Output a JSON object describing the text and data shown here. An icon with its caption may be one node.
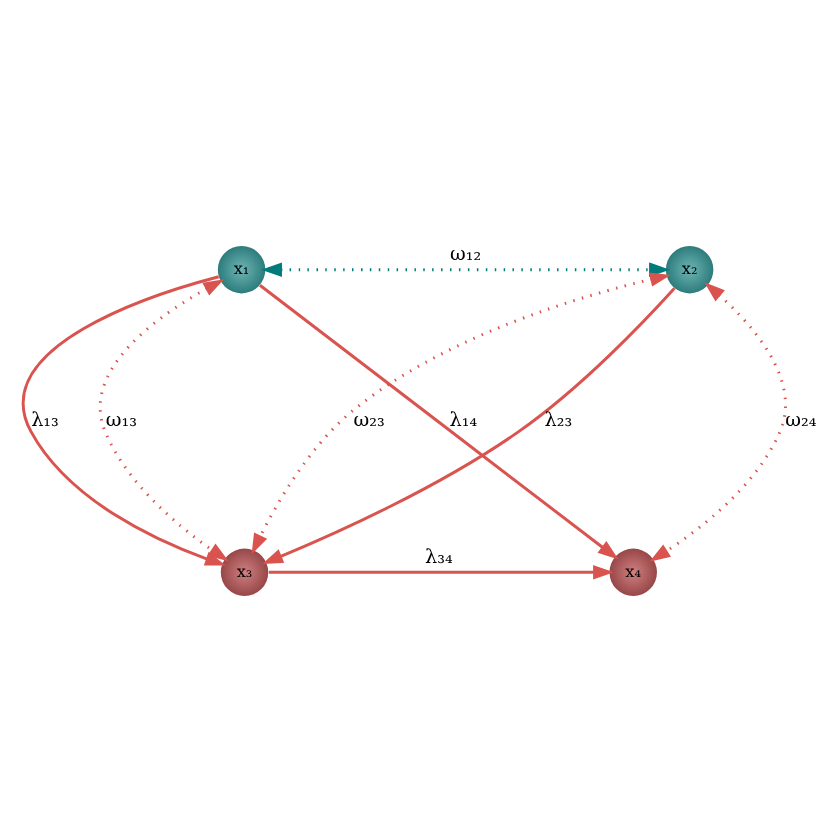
{
  "diagram": {
    "nodes": [
      {
        "text": [
          "x₁"
        ]
      },
      {
        "text": [
          "x₂"
        ]
      },
      {
        "text": [
          "x₃"
        ]
      },
      {
        "text": [
          "x₄"
        ]
      }
    ],
    "edges": [
      {
        "from": 0,
        "to": 1,
        "arrow": "both",
        "label": "ω₁₂",
        "style": "dashed",
        "color": "#007b7b"
      },
      {
        "from": 0,
        "to": 2,
        "arrow": "both",
        "label": "ω₁₃",
        "style": "dashed"
      },
      {
        "from": 0,
        "to": 2,
        "arrow": "to",
        "label": "λ₁₃"
      },
      {
        "from": 0,
        "to": 3,
        "arrow": "to",
        "label": "λ₁₄"
      },
      {
        "from": 1,
        "to": 2,
        "arrow": "both",
        "label": "ω₂₃",
        "style": "dashed"
      },
      {
        "from": 1,
        "to": 2,
        "arrow": "to",
        "label": "λ₂₃"
      },
      {
        "from": 1,
        "to": 3,
        "arrow": "both",
        "label": "ω₂₄",
        "style": "dashed"
      },
      {
        "from": 2,
        "to": 3,
        "arrow": "to",
        "label": "λ₃₄"
      }
    ]
  }
}
